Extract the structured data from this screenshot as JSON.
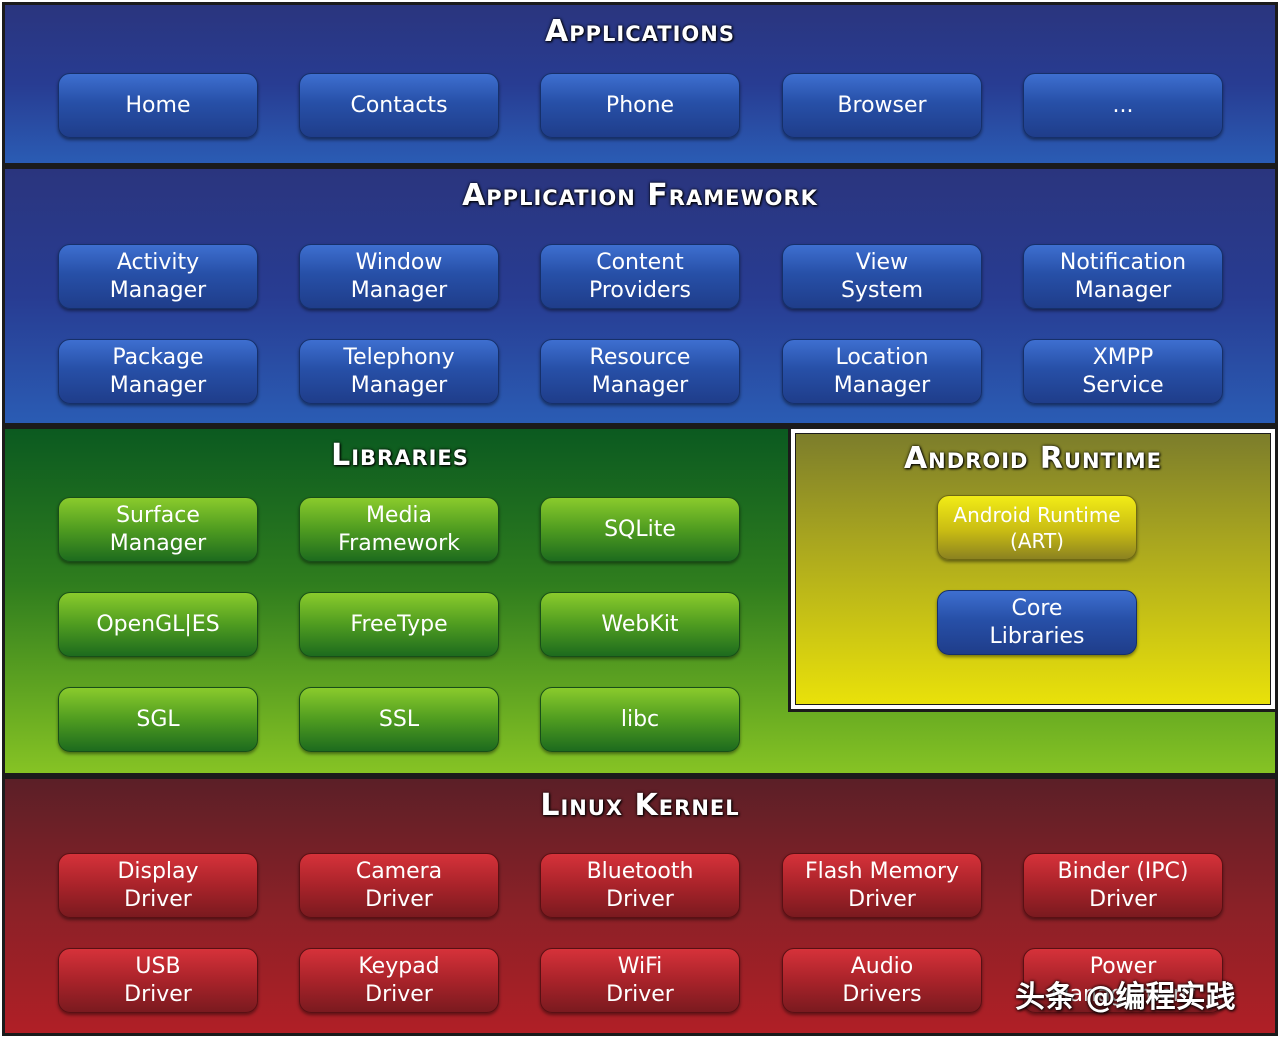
{
  "applications": {
    "title": "Applications",
    "items": [
      "Home",
      "Contacts",
      "Phone",
      "Browser",
      "..."
    ]
  },
  "framework": {
    "title": "Application Framework",
    "row1": [
      "Activity\nManager",
      "Window\nManager",
      "Content\nProviders",
      "View\nSystem",
      "Notification\nManager"
    ],
    "row2": [
      "Package\nManager",
      "Telephony\nManager",
      "Resource\nManager",
      "Location\nManager",
      "XMPP\nService"
    ]
  },
  "libraries": {
    "title": "Libraries",
    "row1": [
      "Surface\nManager",
      "Media\nFramework",
      "SQLite"
    ],
    "row2": [
      "OpenGL|ES",
      "FreeType",
      "WebKit"
    ],
    "row3": [
      "SGL",
      "SSL",
      "libc"
    ]
  },
  "runtime": {
    "title": "Android Runtime",
    "art": "Android Runtime\n(ART)",
    "core": "Core\nLibraries"
  },
  "kernel": {
    "title": "Linux Kernel",
    "row1": [
      "Display\nDriver",
      "Camera\nDriver",
      "Bluetooth\nDriver",
      "Flash Memory\nDriver",
      "Binder (IPC)\nDriver"
    ],
    "row2": [
      "USB\nDriver",
      "Keypad\nDriver",
      "WiFi\nDriver",
      "Audio\nDrivers",
      "Power\nManagement"
    ]
  },
  "watermark": "头条 @编程实践",
  "colors": {
    "blue_layer": "#283c92",
    "green_layer": "#2f7d1e",
    "yellow_layer": "#e9e10a",
    "red_layer": "#8a2127"
  }
}
